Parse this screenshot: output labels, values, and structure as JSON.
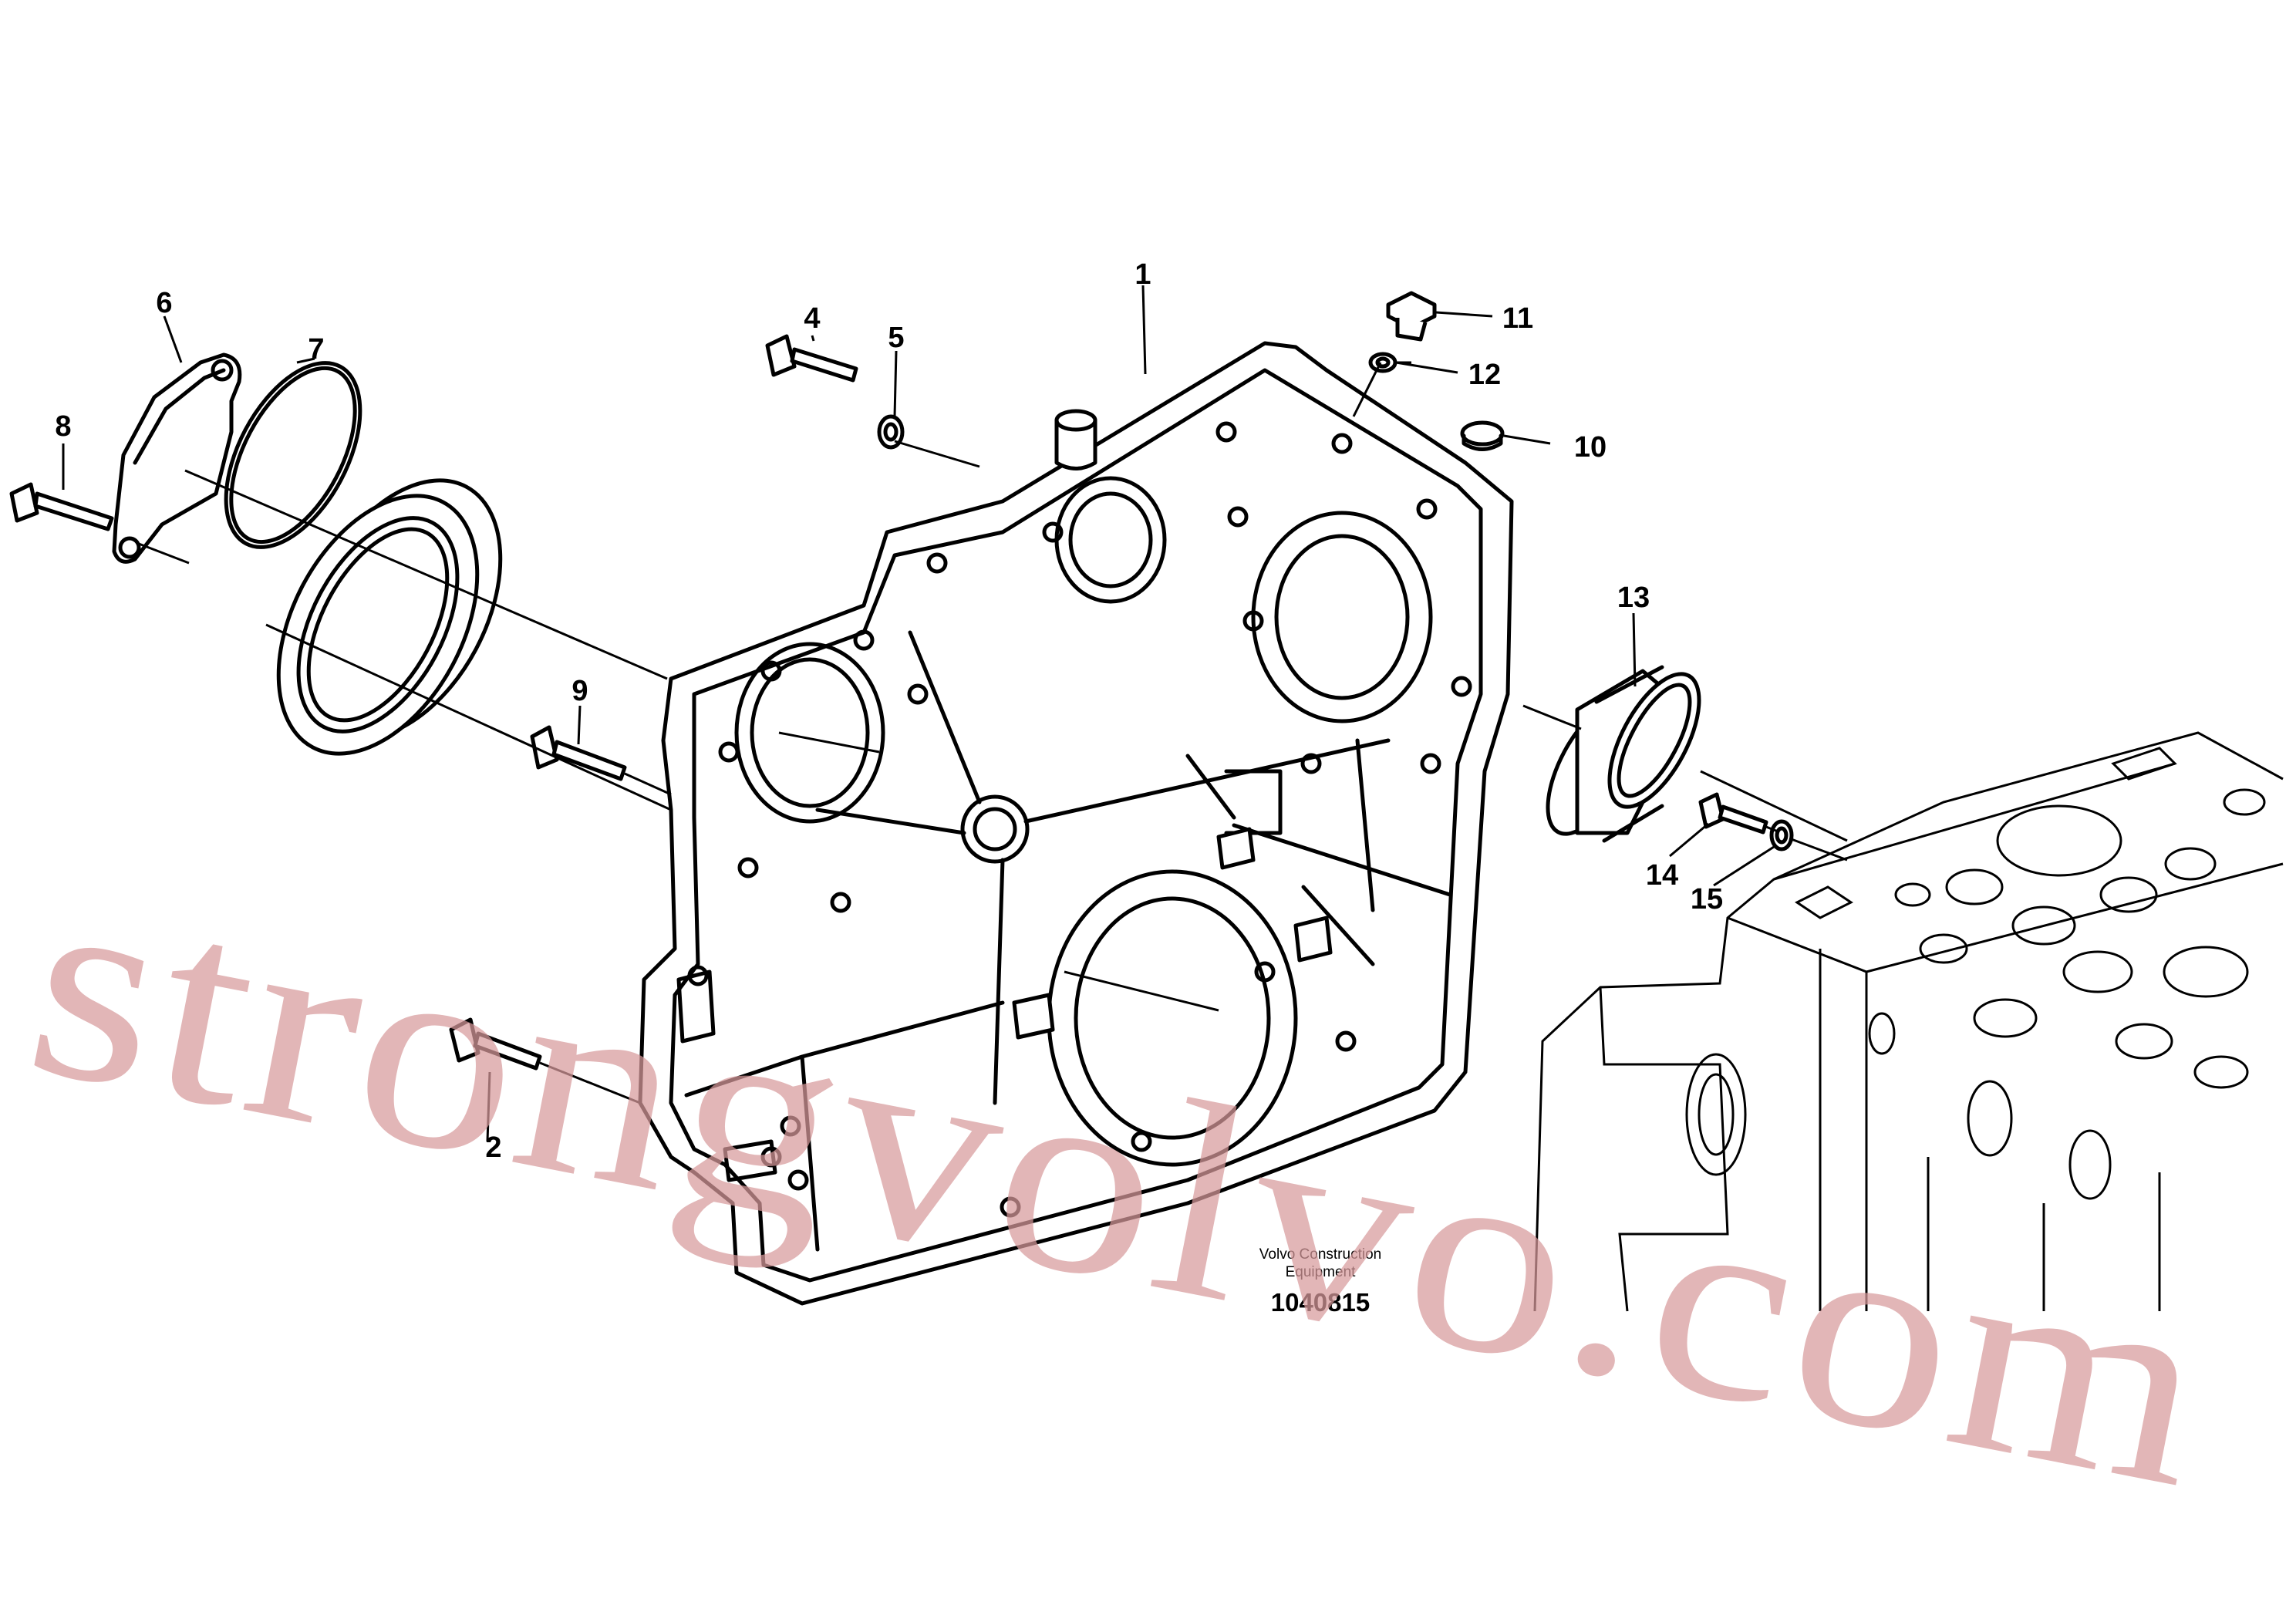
{
  "callouts": [
    {
      "id": "1",
      "label": "1"
    },
    {
      "id": "2",
      "label": "2"
    },
    {
      "id": "4",
      "label": "4"
    },
    {
      "id": "5",
      "label": "5"
    },
    {
      "id": "6",
      "label": "6"
    },
    {
      "id": "7",
      "label": "7"
    },
    {
      "id": "8",
      "label": "8"
    },
    {
      "id": "9",
      "label": "9"
    },
    {
      "id": "10",
      "label": "10"
    },
    {
      "id": "11",
      "label": "11"
    },
    {
      "id": "12",
      "label": "12"
    },
    {
      "id": "13",
      "label": "13"
    },
    {
      "id": "14",
      "label": "14"
    },
    {
      "id": "15",
      "label": "15"
    }
  ],
  "caption": {
    "line1": "Volvo Construction",
    "line2": "Equipment"
  },
  "figure_number": "1040815",
  "watermark": {
    "text": "strongvolvo.com",
    "color": "#d89a9c"
  },
  "colors": {
    "line": "#000000",
    "background": "#ffffff"
  }
}
